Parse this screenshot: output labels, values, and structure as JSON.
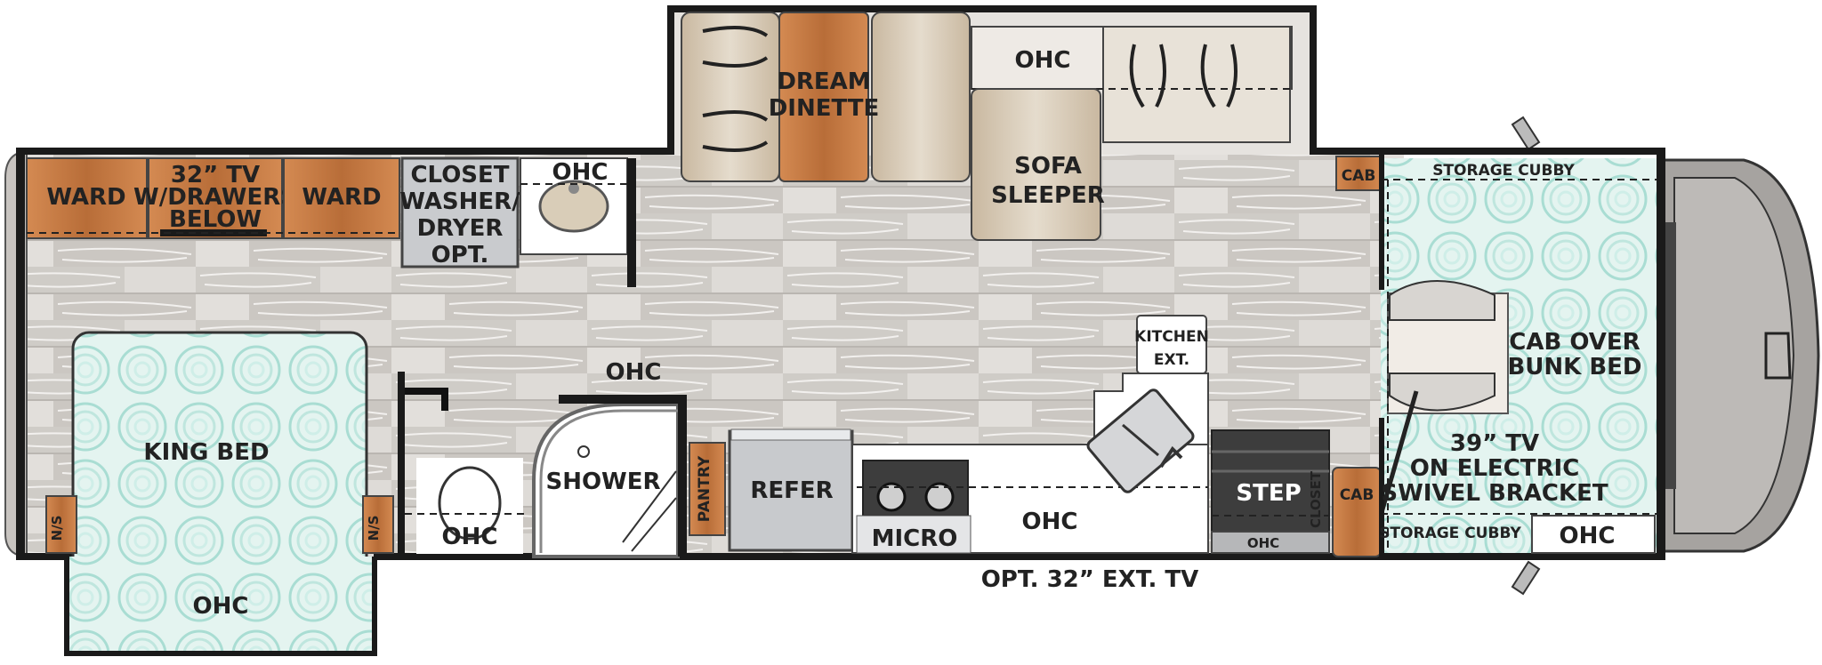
{
  "labels": {
    "ward_left": "WARD",
    "tv_line1": "32” TV",
    "tv_line2": "W/DRAWERS",
    "tv_line3": "BELOW",
    "ward_right": "WARD",
    "closet_line1": "CLOSET",
    "closet_line2": "WASHER/",
    "closet_line3": "DRYER",
    "closet_line4": "OPT.",
    "ohc_bath_top": "OHC",
    "dinette_line1": "DREAM",
    "dinette_line2": "DINETTE",
    "ohc_slide": "OHC",
    "sofa_line1": "SOFA",
    "sofa_line2": "SLEEPER",
    "cab_top": "CAB",
    "storage_cubby_top": "STORAGE CUBBY",
    "cab_over_line1": "CAB OVER",
    "cab_over_line2": "BUNK BED",
    "kitchen_ext_line1": "KITCHEN",
    "kitchen_ext_line2": "EXT.",
    "ohc_shower": "OHC",
    "king_bed": "KING BED",
    "ns_left": "N/S",
    "ns_right": "N/S",
    "ohc_toilet": "OHC",
    "shower": "SHOWER",
    "pantry": "PANTRY",
    "refer": "REFER",
    "micro": "MICRO",
    "ohc_kitchen": "OHC",
    "step": "STEP",
    "closet_small": "CLOSET",
    "ohc_step": "OHC",
    "cab_bottom": "CAB",
    "tv39_line1": "39” TV",
    "tv39_line2": "ON ELECTRIC",
    "tv39_line3": "SWIVEL BRACKET",
    "storage_cubby_bottom": "STORAGE CUBBY",
    "ohc_cab_bottom": "OHC",
    "ohc_bed_slide": "OHC",
    "ext_tv": "OPT. 32” EXT. TV"
  },
  "colors": {
    "floor": "#d6d3cf",
    "cabinet": "#c07a45",
    "bed": "#e3f3ef",
    "wall": "#1a1a1a",
    "appliance": "#c7c9cc",
    "dark_appliance": "#3d3d3d"
  }
}
